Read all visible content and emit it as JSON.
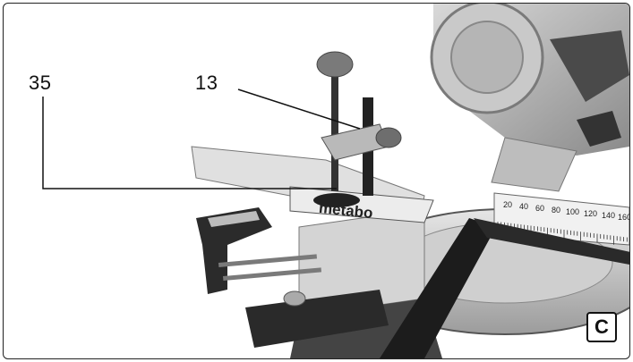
{
  "callouts": {
    "left": "35",
    "right": "13"
  },
  "figure_letter": "C",
  "brand_text": "metabo",
  "scale_ticks": [
    "20",
    "40",
    "60",
    "80",
    "100",
    "120",
    "140",
    "160"
  ]
}
